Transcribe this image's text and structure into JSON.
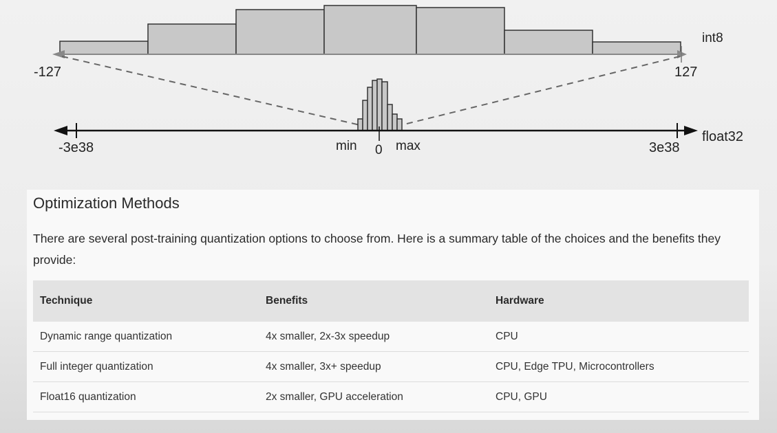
{
  "diagram": {
    "int8_label": "int8",
    "float32_label": "float32",
    "int8_min": "-127",
    "int8_max": "127",
    "float32_min": "-3e38",
    "float32_max": "3e38",
    "min_label": "min",
    "zero_label": "0",
    "max_label": "max"
  },
  "section": {
    "title": "Optimization Methods",
    "description": "There are several post-training quantization options to choose from. Here is a summary table of the choices and the benefits they provide:"
  },
  "table": {
    "headers": [
      "Technique",
      "Benefits",
      "Hardware"
    ],
    "rows": [
      [
        "Dynamic range quantization",
        "4x smaller, 2x-3x speedup",
        "CPU"
      ],
      [
        "Full integer quantization",
        "4x smaller, 3x+ speedup",
        "CPU, Edge TPU, Microcontrollers"
      ],
      [
        "Float16 quantization",
        "2x smaller, GPU acceleration",
        "CPU, GPU"
      ]
    ]
  }
}
